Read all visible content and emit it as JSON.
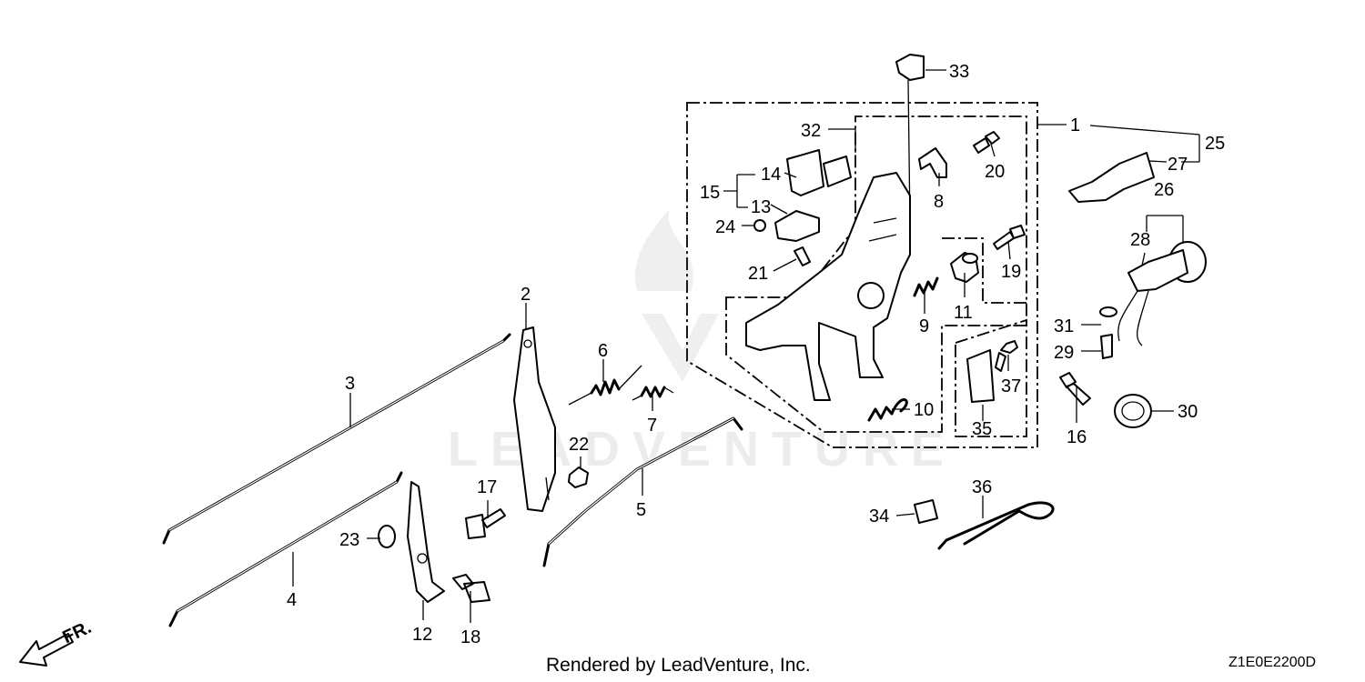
{
  "callouts": [
    {
      "id": "c1",
      "label": "1"
    },
    {
      "id": "c2",
      "label": "2"
    },
    {
      "id": "c3",
      "label": "3"
    },
    {
      "id": "c4",
      "label": "4"
    },
    {
      "id": "c5",
      "label": "5"
    },
    {
      "id": "c6",
      "label": "6"
    },
    {
      "id": "c7",
      "label": "7"
    },
    {
      "id": "c8",
      "label": "8"
    },
    {
      "id": "c9",
      "label": "9"
    },
    {
      "id": "c10",
      "label": "10"
    },
    {
      "id": "c11",
      "label": "11"
    },
    {
      "id": "c12",
      "label": "12"
    },
    {
      "id": "c13",
      "label": "13"
    },
    {
      "id": "c14",
      "label": "14"
    },
    {
      "id": "c15",
      "label": "15"
    },
    {
      "id": "c16",
      "label": "16"
    },
    {
      "id": "c17",
      "label": "17"
    },
    {
      "id": "c18",
      "label": "18"
    },
    {
      "id": "c19",
      "label": "19"
    },
    {
      "id": "c20",
      "label": "20"
    },
    {
      "id": "c21",
      "label": "21"
    },
    {
      "id": "c22",
      "label": "22"
    },
    {
      "id": "c23",
      "label": "23"
    },
    {
      "id": "c24",
      "label": "24"
    },
    {
      "id": "c25",
      "label": "25"
    },
    {
      "id": "c26",
      "label": "26"
    },
    {
      "id": "c27",
      "label": "27"
    },
    {
      "id": "c28",
      "label": "28"
    },
    {
      "id": "c29",
      "label": "29"
    },
    {
      "id": "c30",
      "label": "30"
    },
    {
      "id": "c31",
      "label": "31"
    },
    {
      "id": "c32",
      "label": "32"
    },
    {
      "id": "c33",
      "label": "33"
    },
    {
      "id": "c34",
      "label": "34"
    },
    {
      "id": "c35",
      "label": "35"
    },
    {
      "id": "c36",
      "label": "36"
    },
    {
      "id": "c37",
      "label": "37"
    }
  ],
  "footer": {
    "rendered_by": "Rendered by LeadVenture, Inc.",
    "diagram_code": "Z1E0E2200D",
    "front_marker": "FR."
  },
  "watermark": "LEADVENTURE"
}
